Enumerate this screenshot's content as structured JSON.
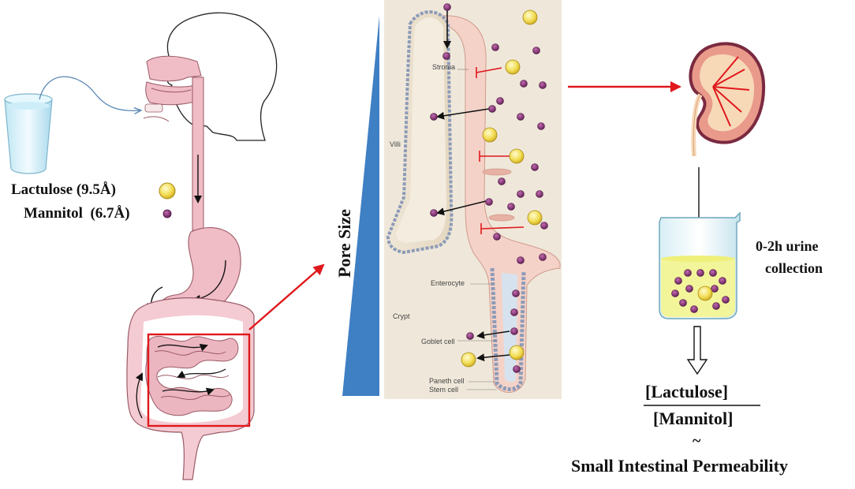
{
  "legend": {
    "lactulose": "Lactulose (9.5Å)",
    "mannitol": "Mannitol  (6.7Å)"
  },
  "pore_axis": {
    "label": "Pore Size"
  },
  "villus_labels": {
    "stroma": "Stroma",
    "villi": "Villi",
    "enterocyte": "Enterocyte",
    "crypt": "Crypt",
    "goblet": "Goblet cell",
    "paneth": "Paneth cell",
    "stem": "Stem cell"
  },
  "urine": {
    "line1": "0-2h urine",
    "line2": "collection"
  },
  "ratio": {
    "numerator": "[Lactulose]",
    "denominator": "[Mannitol]",
    "tilde": "~",
    "result": "Small Intestinal Permeability"
  },
  "colors": {
    "lactulose": "#f2dc52",
    "mannitol": "#7e2a6f",
    "red_arrow": "#e0181c",
    "pore_wedge": "#3f7fc4",
    "gut": "#f0bcc6",
    "beaker_liquid": "#f3f59a"
  }
}
